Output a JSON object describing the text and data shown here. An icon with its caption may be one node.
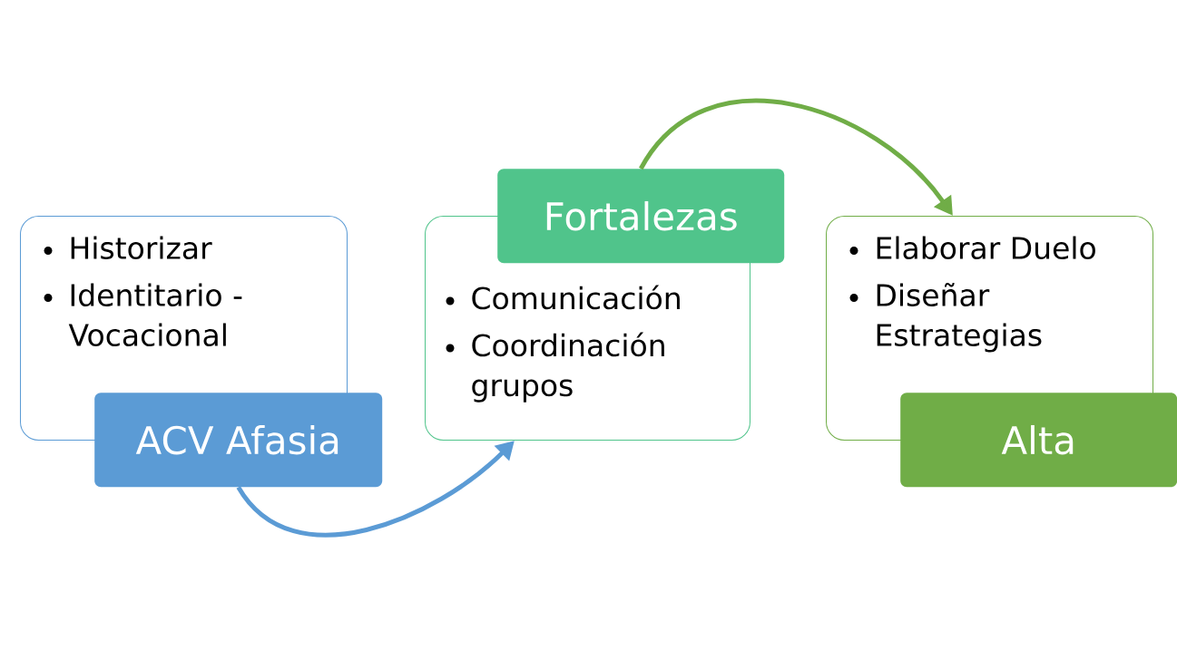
{
  "diagram": {
    "nodes": [
      {
        "text": [
          "Historizar",
          "Identitario - Vocacional"
        ]
      },
      {
        "text": [
          "ACV Afasia"
        ]
      },
      {
        "text": [
          "Fortalezas"
        ]
      },
      {
        "text": [
          "Comunicación",
          "Coordinación grupos"
        ]
      },
      {
        "text": [
          "Elaborar Duelo",
          "Diseñar Estrategias"
        ]
      },
      {
        "text": [
          "Alta"
        ]
      }
    ],
    "edges": [
      {
        "from": 1,
        "to": 3,
        "arrow": "to",
        "color": "#5b9bd5"
      },
      {
        "from": 2,
        "to": 4,
        "arrow": "to",
        "color": "#70ad47"
      }
    ]
  }
}
